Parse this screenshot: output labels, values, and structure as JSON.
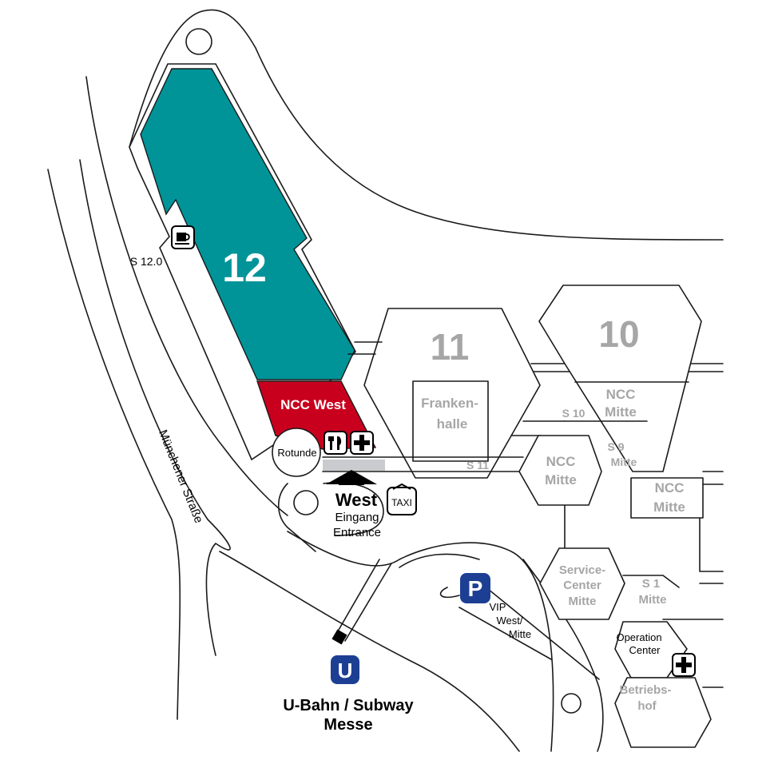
{
  "map": {
    "colors": {
      "hall12_fill": "#009499",
      "ncc_west_fill": "#c8001e",
      "parking_blue": "#1d3f93",
      "entrance_bar": "#c9cbce",
      "gray_text": "#a6a6a6",
      "line": "#1a1a1a"
    },
    "halls": {
      "hall12": "12",
      "hall11": "11",
      "hall10": "10"
    },
    "buildings": {
      "ncc_west": "NCC West",
      "frankenhalle_1": "Franken-",
      "frankenhalle_2": "halle",
      "ncc_mitte_a_1": "NCC",
      "ncc_mitte_a_2": "Mitte",
      "ncc_mitte_b_1": "NCC",
      "ncc_mitte_b_2": "Mitte",
      "ncc_mitte_c_1": "NCC",
      "ncc_mitte_c_2": "Mitte",
      "service_center_1": "Service-",
      "service_center_2": "Center",
      "service_center_3": "Mitte",
      "operation_center_1": "Operation",
      "operation_center_2": "Center",
      "betriebshof_1": "Betriebs-",
      "betriebshof_2": "hof",
      "rotunde": "Rotunde"
    },
    "passages": {
      "s12": "S 12.0",
      "s11": "S 11",
      "s10": "S 10",
      "s9_1": "S 9",
      "s9_2": "Mitte",
      "s1_1": "S 1",
      "s1_2": "Mitte"
    },
    "street": "Münchener Straße",
    "entrance": {
      "name": "West",
      "de": "Eingang",
      "en": "Entrance",
      "taxi": "TAXI"
    },
    "parking": {
      "symbol": "P",
      "line1": "VIP",
      "line2": "West/",
      "line3": "Mitte"
    },
    "subway": {
      "symbol": "U",
      "line1": "U-Bahn / Subway",
      "line2": "Messe"
    },
    "icons": [
      "coffee-icon",
      "restaurant-icon",
      "first-aid-icon",
      "taxi-icon",
      "parking-icon",
      "subway-icon",
      "entrance-arrow-icon"
    ]
  }
}
